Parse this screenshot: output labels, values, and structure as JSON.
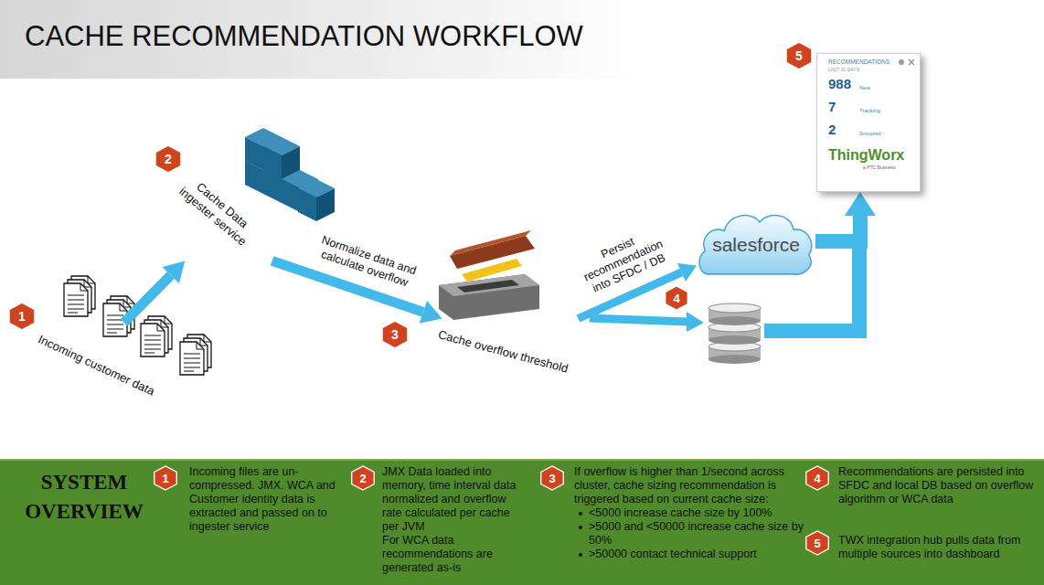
{
  "diagram": {
    "title": "CACHE RECOMMENDATION WORKFLOW",
    "nodes": [
      {
        "text": [
          "Incoming customer data"
        ]
      },
      {
        "text": [
          "Cache Data ingester service"
        ]
      },
      {
        "text": [
          "Cache overflow threshold"
        ]
      },
      {
        "text": [
          "salesforce"
        ]
      },
      {
        "text": [
          "RECOMMENDATIONS",
          "LAST 30 DAYS",
          "988",
          "New",
          "7",
          "Tracking",
          "2",
          "Snoozed",
          "ThingWorx",
          "a PTC Business"
        ]
      },
      {
        "text": [
          "SYSTEM OVERVIEW",
          "Incoming files are un-compressed. JMX. WCA and Customer identity data is extracted and passed on to ingester service",
          "JMX Data loaded into memory, time interval data normalized and overflow rate calculated per cache per JVM",
          "For WCA data recommendations are generated as-is",
          "If overflow is higher than 1/second across cluster, cache sizing recommendation is triggered based on current cache size:",
          "<5000 increase cache size by 100%",
          ">5000 and <50000 increase cache size by 50%",
          ">50000 contact technical support",
          "Recommendations are persisted into SFDC and local DB based on overflow algorithm or WCA data",
          "TWX integration hub pulls data from multiple sources into dashboard"
        ]
      }
    ],
    "edges": [
      {
        "from": 0,
        "to": 1,
        "arrow": "to"
      },
      {
        "from": 1,
        "to": 2,
        "label": "Normalize data and calculate overflow",
        "arrow": "to"
      },
      {
        "from": 2,
        "to": 3,
        "label": "Persist recommendation into SFDC / DB",
        "arrow": "to"
      },
      {
        "from": 3,
        "to": 4,
        "arrow": "to"
      }
    ],
    "labels": [
      "1",
      "2",
      "3",
      "4",
      "5",
      "1",
      "2",
      "3",
      "4",
      "5"
    ]
  }
}
